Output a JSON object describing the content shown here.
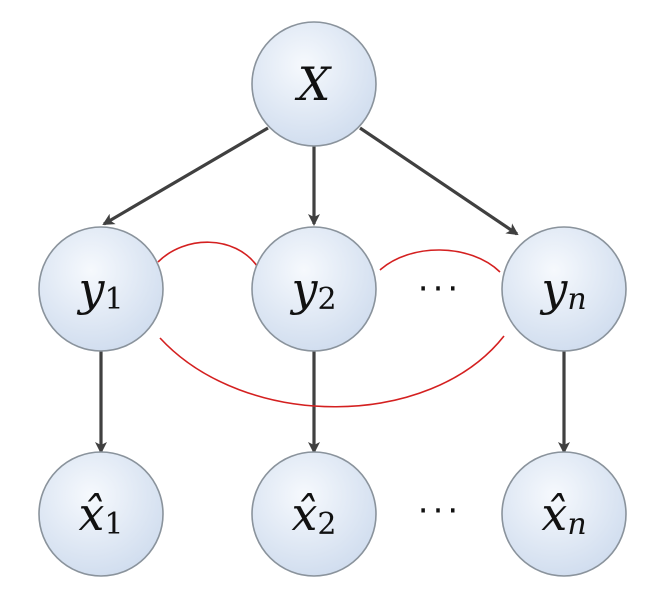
{
  "nodes": {
    "X": {
      "main": "X",
      "sub": ""
    },
    "y1": {
      "main": "y",
      "sub": "1"
    },
    "y2": {
      "main": "y",
      "sub": "2"
    },
    "yn": {
      "main": "y",
      "sub": "n"
    },
    "x1": {
      "main": "x̂",
      "sub": "1"
    },
    "x2": {
      "main": "x̂",
      "sub": "2"
    },
    "xn": {
      "main": "x̂",
      "sub": "n"
    }
  },
  "ellipsis": {
    "middle_row": "···",
    "bottom_row": "···"
  },
  "colors": {
    "node_fill_top": "#f4f7fc",
    "node_fill_bottom": "#d3dff0",
    "node_stroke": "#8a939c",
    "arrow": "#404040",
    "dependency": "#d42020"
  }
}
